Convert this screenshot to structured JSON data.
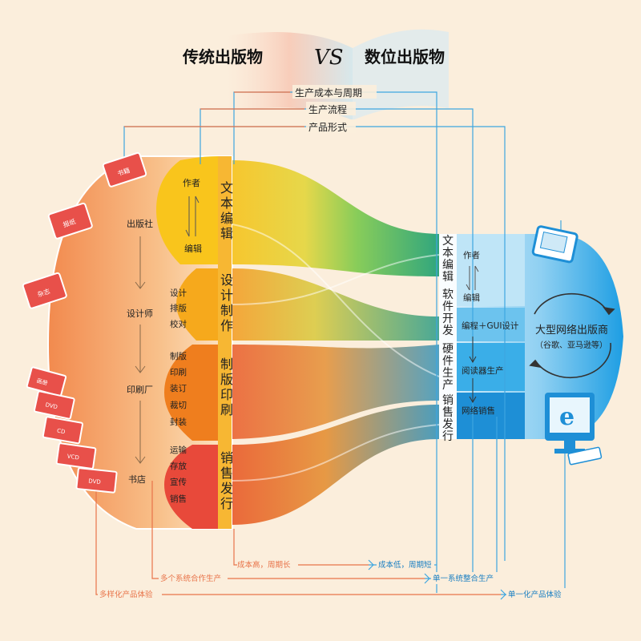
{
  "title": {
    "left": "传统出版物",
    "vs": "VS",
    "right": "数位出版物"
  },
  "top_labels": [
    "生产成本与周期",
    "生产流程",
    "产品形式"
  ],
  "traditional": {
    "roles": [
      "出版社",
      "设计师",
      "印刷厂",
      "书店"
    ],
    "stages": [
      {
        "label": "文本编辑",
        "items": [
          "作者",
          "编辑"
        ]
      },
      {
        "label": "设计制作",
        "items": [
          "设计",
          "排版",
          "校对"
        ]
      },
      {
        "label": "制版印刷",
        "items": [
          "制版",
          "印刷",
          "装订",
          "裁切",
          "封装"
        ]
      },
      {
        "label": "销售发行",
        "items": [
          "运输",
          "存放",
          "宣传",
          "销售"
        ]
      }
    ],
    "book_labels": [
      "书籍",
      "报纸",
      "杂志"
    ],
    "media_labels": [
      "画册",
      "DVD",
      "CD",
      "VCD",
      "DVD"
    ]
  },
  "digital": {
    "stages": [
      {
        "label": "文本编辑",
        "items": [
          "作者",
          "编辑"
        ]
      },
      {
        "label": "软件开发",
        "items": [
          "编程＋GUI设计"
        ]
      },
      {
        "label": "硬件生产",
        "items": [
          "阅读器生产"
        ]
      },
      {
        "label": "销售发行",
        "items": [
          "网络销售"
        ]
      }
    ],
    "publisher": "大型网络出版商",
    "publisher_examples": "（谷歌、亚马逊等）",
    "device_icon": "e-reader-icon",
    "computer_icon": "computer-e-icon"
  },
  "bottom": [
    {
      "left": "成本高，周期长",
      "right": "成本低，周期短"
    },
    {
      "left": "多个系统合作生产",
      "right": "单一系统整合生产"
    },
    {
      "left": "多样化产品体验",
      "right": "单一化产品体验"
    }
  ],
  "colors": {
    "orange_line": "#e8744a",
    "blue_line": "#3ea6e0",
    "left_dome": "#f39a4a",
    "right_dome": "#36a8e6"
  }
}
